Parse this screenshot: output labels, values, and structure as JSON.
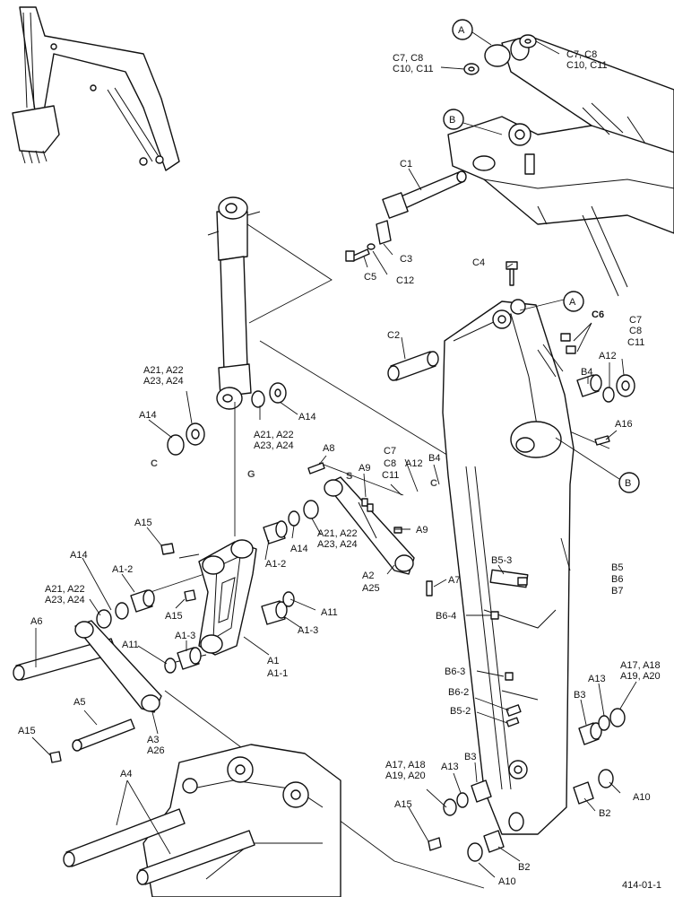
{
  "labels": {
    "A": "A",
    "B": "B",
    "C7C8_top_l1": "C7, C8",
    "C7C8_top_l2": "C10, C11",
    "C7C8_top_r1": "C7, C8",
    "C7C8_top_r2": "C10, C11",
    "C1": "C1",
    "C3": "C3",
    "C5": "C5",
    "C12": "C12",
    "C4": "C4",
    "C2": "C2",
    "C6": "C6",
    "C7": "C7",
    "C8": "C8",
    "C11": "C11",
    "B4": "B4",
    "A12": "A12",
    "A16": "A16",
    "A21_l1": "A21, A22",
    "A21_l2": "A23, A24",
    "A14": "A14",
    "A8": "A8",
    "A9": "A9",
    "A15": "A15",
    "A1_2": "A1-2",
    "A1_3": "A1-3",
    "A11": "A11",
    "A1": "A1",
    "A1_1": "A1-1",
    "A2": "A2",
    "A25": "A25",
    "A7": "A7",
    "A6": "A6",
    "A5": "A5",
    "A3": "A3",
    "A26": "A26",
    "A4": "A4",
    "B5": "B5",
    "B6": "B6",
    "B7": "B7",
    "B5_3": "B5-3",
    "B6_4": "B6-4",
    "B6_3": "B6-3",
    "B6_2": "B6-2",
    "B5_2": "B5-2",
    "A17_l1": "A17, A18",
    "A17_l2": "A19, A20",
    "A13": "A13",
    "B3": "B3",
    "A10": "A10",
    "B2": "B2",
    "figure_code": "414-01-1"
  },
  "watermark": {
    "letters": [
      "C",
      "G",
      "S",
      "C"
    ],
    "colors": [
      "#4285F4",
      "#EA4335",
      "#FBBC05",
      "#34A853"
    ]
  }
}
